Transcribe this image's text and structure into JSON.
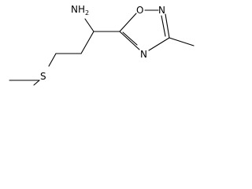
{
  "molecule": {
    "atoms": {
      "amine": "NH",
      "amine_subscript": "2",
      "ring_oxygen": "O",
      "ring_nitrogen_top": "N",
      "ring_nitrogen_bottom": "N",
      "sulfur": "S"
    }
  },
  "colors": {
    "bond": "#000000",
    "label": "#000000",
    "background": "#ffffff"
  }
}
